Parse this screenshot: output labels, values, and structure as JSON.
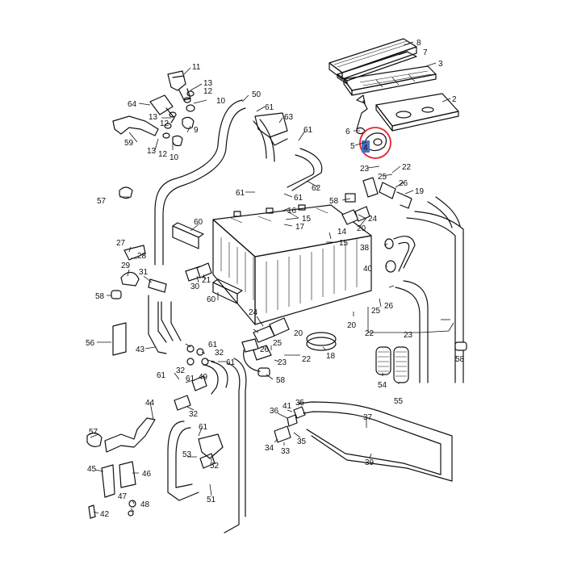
{
  "diagram": {
    "highlight": {
      "label": "4",
      "ring_color": "#e0262b",
      "badge_color": "#4b6ec8"
    },
    "callouts": [
      {
        "id": "c8",
        "text": "8"
      },
      {
        "id": "c7",
        "text": "7"
      },
      {
        "id": "c3",
        "text": "3"
      },
      {
        "id": "c2",
        "text": "2"
      },
      {
        "id": "c6",
        "text": "6"
      },
      {
        "id": "c5",
        "text": "5"
      },
      {
        "id": "c4",
        "text": "4"
      },
      {
        "id": "c11",
        "text": "11"
      },
      {
        "id": "c13a",
        "text": "13"
      },
      {
        "id": "c12a",
        "text": "12"
      },
      {
        "id": "c10a",
        "text": "10"
      },
      {
        "id": "c64",
        "text": "64"
      },
      {
        "id": "c13b",
        "text": "13"
      },
      {
        "id": "c12b",
        "text": "12"
      },
      {
        "id": "c9",
        "text": "9"
      },
      {
        "id": "c59",
        "text": "59"
      },
      {
        "id": "c13c",
        "text": "13"
      },
      {
        "id": "c12c",
        "text": "12"
      },
      {
        "id": "c10b",
        "text": "10"
      },
      {
        "id": "c50",
        "text": "50"
      },
      {
        "id": "c61a",
        "text": "61"
      },
      {
        "id": "c63",
        "text": "63"
      },
      {
        "id": "c61b",
        "text": "61"
      },
      {
        "id": "c62",
        "text": "62"
      },
      {
        "id": "c57a",
        "text": "57"
      },
      {
        "id": "c61c",
        "text": "61"
      },
      {
        "id": "c61d",
        "text": "61"
      },
      {
        "id": "c16",
        "text": "16"
      },
      {
        "id": "c15a",
        "text": "15"
      },
      {
        "id": "c17",
        "text": "17"
      },
      {
        "id": "c14",
        "text": "14"
      },
      {
        "id": "c15b",
        "text": "15"
      },
      {
        "id": "c23a",
        "text": "23"
      },
      {
        "id": "c22a",
        "text": "22"
      },
      {
        "id": "c25a",
        "text": "25"
      },
      {
        "id": "c26a",
        "text": "26"
      },
      {
        "id": "c19",
        "text": "19"
      },
      {
        "id": "c58a",
        "text": "58"
      },
      {
        "id": "c20a",
        "text": "20"
      },
      {
        "id": "c24a",
        "text": "24"
      },
      {
        "id": "c38",
        "text": "38"
      },
      {
        "id": "c40",
        "text": "40"
      },
      {
        "id": "c60a",
        "text": "60"
      },
      {
        "id": "c27",
        "text": "27"
      },
      {
        "id": "c28",
        "text": "28"
      },
      {
        "id": "c29",
        "text": "29"
      },
      {
        "id": "c31",
        "text": "31"
      },
      {
        "id": "c58b",
        "text": "58"
      },
      {
        "id": "c30",
        "text": "30"
      },
      {
        "id": "c21",
        "text": "21"
      },
      {
        "id": "c60b",
        "text": "60"
      },
      {
        "id": "c26b",
        "text": "26"
      },
      {
        "id": "c25b",
        "text": "25"
      },
      {
        "id": "c20b",
        "text": "20"
      },
      {
        "id": "c22b",
        "text": "22"
      },
      {
        "id": "c23b",
        "text": "23"
      },
      {
        "id": "c58c",
        "text": "58"
      },
      {
        "id": "c24b",
        "text": "24"
      },
      {
        "id": "c20c",
        "text": "20"
      },
      {
        "id": "c18",
        "text": "18"
      },
      {
        "id": "c25c",
        "text": "25"
      },
      {
        "id": "c26c",
        "text": "26"
      },
      {
        "id": "c23c",
        "text": "23"
      },
      {
        "id": "c22c",
        "text": "22"
      },
      {
        "id": "c58d",
        "text": "58"
      },
      {
        "id": "c56",
        "text": "56"
      },
      {
        "id": "c43",
        "text": "43"
      },
      {
        "id": "c61e",
        "text": "61"
      },
      {
        "id": "c32a",
        "text": "32"
      },
      {
        "id": "c32b",
        "text": "32"
      },
      {
        "id": "c61f",
        "text": "61"
      },
      {
        "id": "c61g",
        "text": "61"
      },
      {
        "id": "c61h",
        "text": "61"
      },
      {
        "id": "c49",
        "text": "49"
      },
      {
        "id": "c32c",
        "text": "32"
      },
      {
        "id": "c54",
        "text": "54"
      },
      {
        "id": "c55",
        "text": "55"
      },
      {
        "id": "c44",
        "text": "44"
      },
      {
        "id": "c35a",
        "text": "35"
      },
      {
        "id": "c41",
        "text": "41"
      },
      {
        "id": "c36",
        "text": "36"
      },
      {
        "id": "c37",
        "text": "37"
      },
      {
        "id": "c35b",
        "text": "35"
      },
      {
        "id": "c34",
        "text": "34"
      },
      {
        "id": "c33",
        "text": "33"
      },
      {
        "id": "c39",
        "text": "39"
      },
      {
        "id": "c57b",
        "text": "57"
      },
      {
        "id": "c61i",
        "text": "61"
      },
      {
        "id": "c53",
        "text": "53"
      },
      {
        "id": "c52",
        "text": "52"
      },
      {
        "id": "c45",
        "text": "45"
      },
      {
        "id": "c46",
        "text": "46"
      },
      {
        "id": "c47",
        "text": "47"
      },
      {
        "id": "c48",
        "text": "48"
      },
      {
        "id": "c42",
        "text": "42"
      },
      {
        "id": "c51",
        "text": "51"
      }
    ]
  }
}
